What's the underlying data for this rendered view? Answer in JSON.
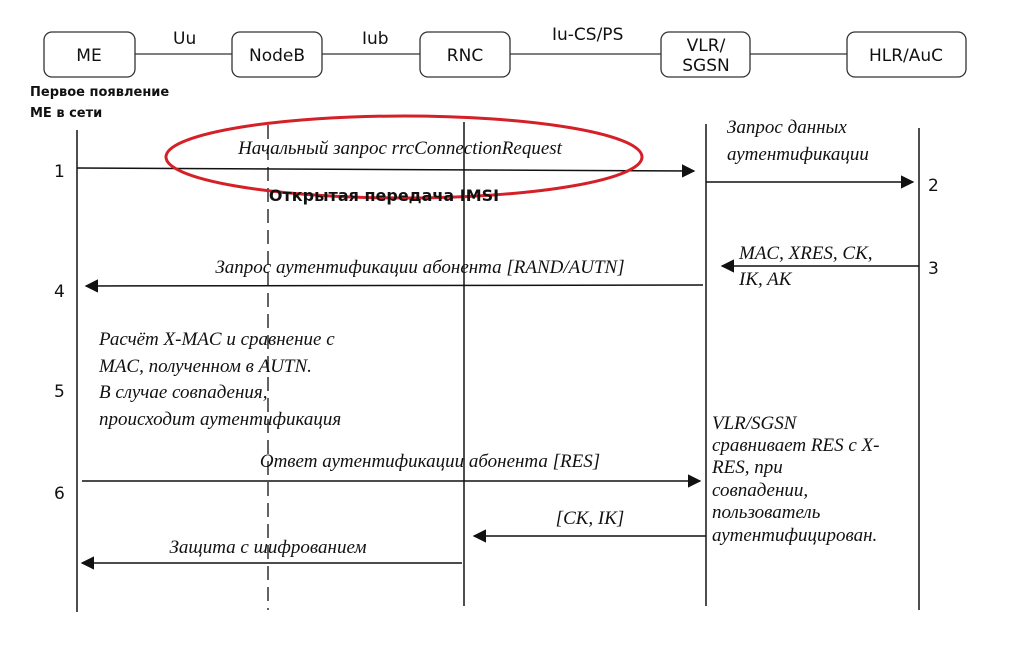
{
  "nodes": {
    "me": "ME",
    "nodeb": "NodeB",
    "rnc": "RNC",
    "vlr_line1": "VLR/",
    "vlr_line2": "SGSN",
    "hlr": "HLR/AuC"
  },
  "interfaces": {
    "uu": "Uu",
    "iub": "Iub",
    "iu": "Iu-CS/PS"
  },
  "me_caption": {
    "line1": "Первое появление",
    "line2": "ME в сети"
  },
  "steps": {
    "s1": "1",
    "s2": "2",
    "s3": "3",
    "s4": "4",
    "s5": "5",
    "s6": "6"
  },
  "messages": {
    "m1": "Начальный запрос rrcConnectionRequest",
    "m1_highlight": "Открытая передача IMSI",
    "m2_line1": "Запрос данных",
    "m2_line2": "аутентификации",
    "m3_line1": "MAC, XRES, CK,",
    "m3_line2": "IK, AK",
    "m4": "Запрос аутентификации абонента [RAND/AUTN]",
    "m6": "Ответ аутентификации абонента [RES]",
    "m7": "[CK, IK]",
    "m8": "Защита с шифрованием"
  },
  "notes": {
    "step5": [
      "Расчёт X-MAC и сравнение с",
      "MAC, полученном в AUTN.",
      "В случае совпадения,",
      "происходит аутентификация"
    ],
    "vlr": [
      "VLR/SGSN",
      "сравнивает RES с X-",
      "RES, при",
      "совпадении,",
      "пользователь",
      "аутентифицирован."
    ]
  },
  "colors": {
    "highlight": "#d42027"
  }
}
